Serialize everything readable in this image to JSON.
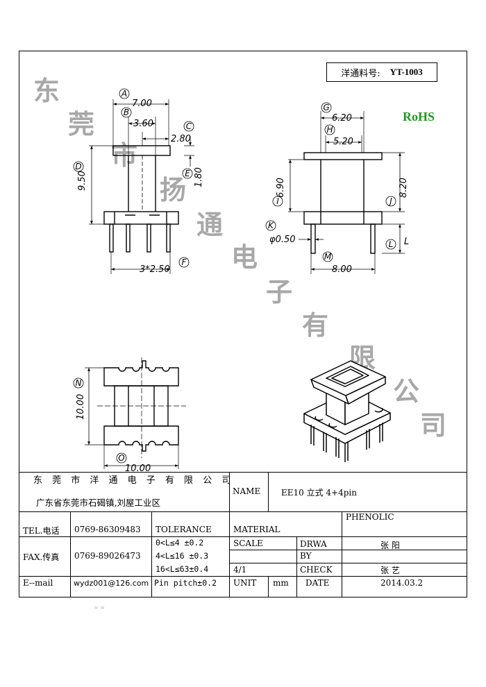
{
  "part_number": {
    "label": "洋通料号:",
    "value": "YT-1003"
  },
  "rohs": "RoHS",
  "watermark": [
    "东",
    "莞",
    "市",
    "扬",
    "通",
    "电",
    "子",
    "有",
    "限",
    "公",
    "司"
  ],
  "dimensions": {
    "front": {
      "A": "7.00",
      "B": "3.60",
      "C": "2.80",
      "D": "9.50",
      "E": "1.80",
      "F": "3*2.50"
    },
    "side": {
      "G": "6.20",
      "H": "5.20",
      "I": "6.90",
      "J": "8.20",
      "K": "φ0.50",
      "L": "L",
      "M": "8.00"
    },
    "top": {
      "N": "10.00",
      "O": "10.00"
    }
  },
  "callout_letters": [
    "A",
    "B",
    "C",
    "D",
    "E",
    "F",
    "G",
    "H",
    "I",
    "J",
    "K",
    "L",
    "M",
    "N",
    "O"
  ],
  "title_block": {
    "company": "东 莞 市 洋 通 电 子 有 限 公 司",
    "address": "广东省东莞市石碣镇,刘屋工业区",
    "name_label": "NAME",
    "name_value": "EE10 立式 4+4pin",
    "tel_label": "TEL.电话",
    "tel_value": "0769-86309483",
    "fax_label": "FAX.传真",
    "fax_value": "0769-89026473",
    "email_label": "E--mail",
    "email_value": "wydz001@126.com",
    "tolerance_label": "TOLERANCE",
    "tolerance_rows": [
      "0<L≤4   ±0.2",
      "4<L≤16  ±0.3",
      "16<L≤63±0.4",
      "Pin pitch±0.2"
    ],
    "material_label": "MATERIAL",
    "material_value": "PHENOLIC",
    "scale_label": "SCALE",
    "scale_value": "4/1",
    "drawn_label": "DRWA BY",
    "drawn_value": "张 阳",
    "check_label": "CHECK",
    "check_value": "张 艺",
    "unit_label": "UNIT",
    "unit_value": "mm",
    "date_label": "DATE",
    "date_value": "2014.03.2"
  },
  "stamp": "≈ ≈"
}
